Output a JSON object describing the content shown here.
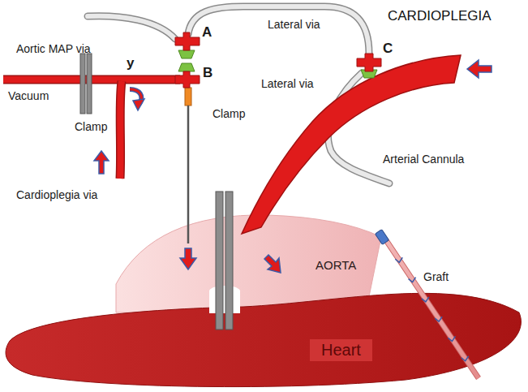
{
  "diagram": {
    "title": "CARDIOPLEGIA",
    "nodes": [
      {
        "text": [
          "AORTA"
        ]
      },
      {
        "text": [
          "Heart"
        ]
      }
    ],
    "labels": [
      "Lateral via",
      "Aortic MAP via",
      "A",
      "B",
      "y",
      "Vacuum",
      "Clamp",
      "Clamp",
      "Cardioplegia via",
      "C",
      "Lateral via",
      "Arterial Cannula",
      "Graft"
    ]
  }
}
